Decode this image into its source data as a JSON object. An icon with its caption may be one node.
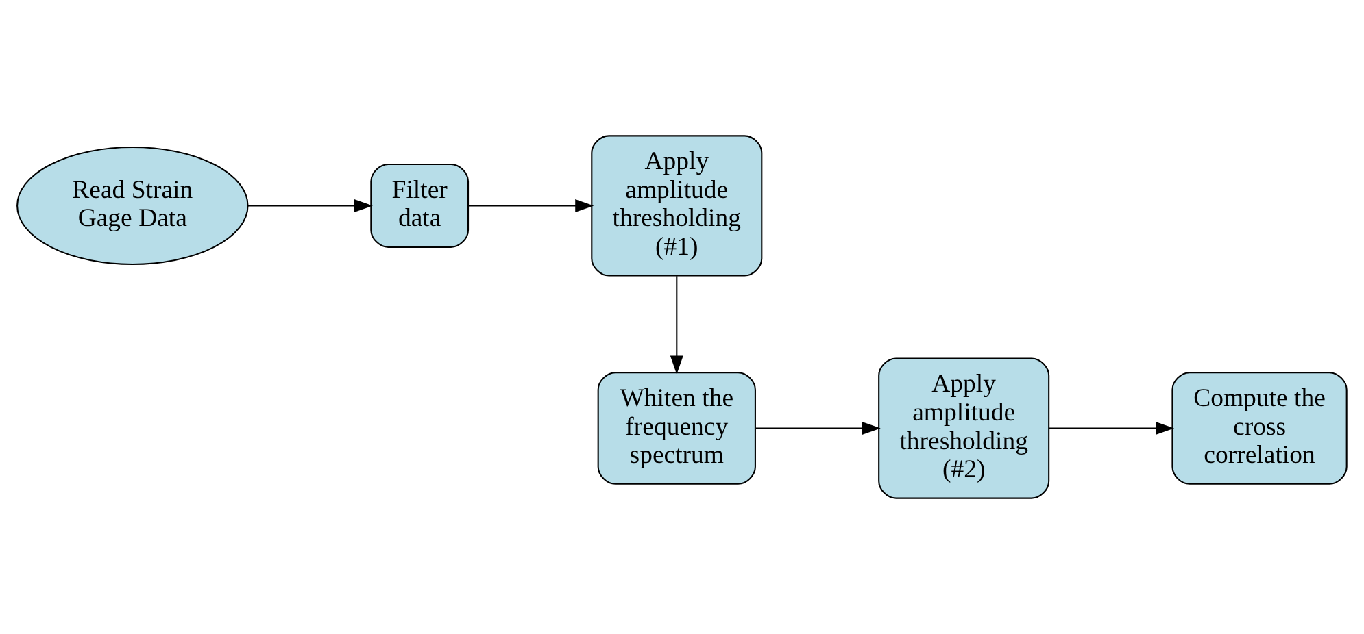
{
  "diagram": {
    "nodes": [
      {
        "text": [
          "Read Strain Gage Data"
        ]
      },
      {
        "text": [
          "Filter data"
        ]
      },
      {
        "text": [
          "Apply amplitude thresholding (#1)"
        ]
      },
      {
        "text": [
          "Whiten the frequency spectrum"
        ]
      },
      {
        "text": [
          "Apply amplitude thresholding (#2)"
        ]
      },
      {
        "text": [
          "Compute the cross correlation"
        ]
      }
    ],
    "edges": [
      {
        "from": 0,
        "to": 1,
        "arrow": "to"
      },
      {
        "from": 1,
        "to": 2,
        "arrow": "to"
      },
      {
        "from": 2,
        "to": 3,
        "arrow": "to"
      },
      {
        "from": 3,
        "to": 4,
        "arrow": "to"
      },
      {
        "from": 4,
        "to": 5,
        "arrow": "to"
      }
    ]
  }
}
